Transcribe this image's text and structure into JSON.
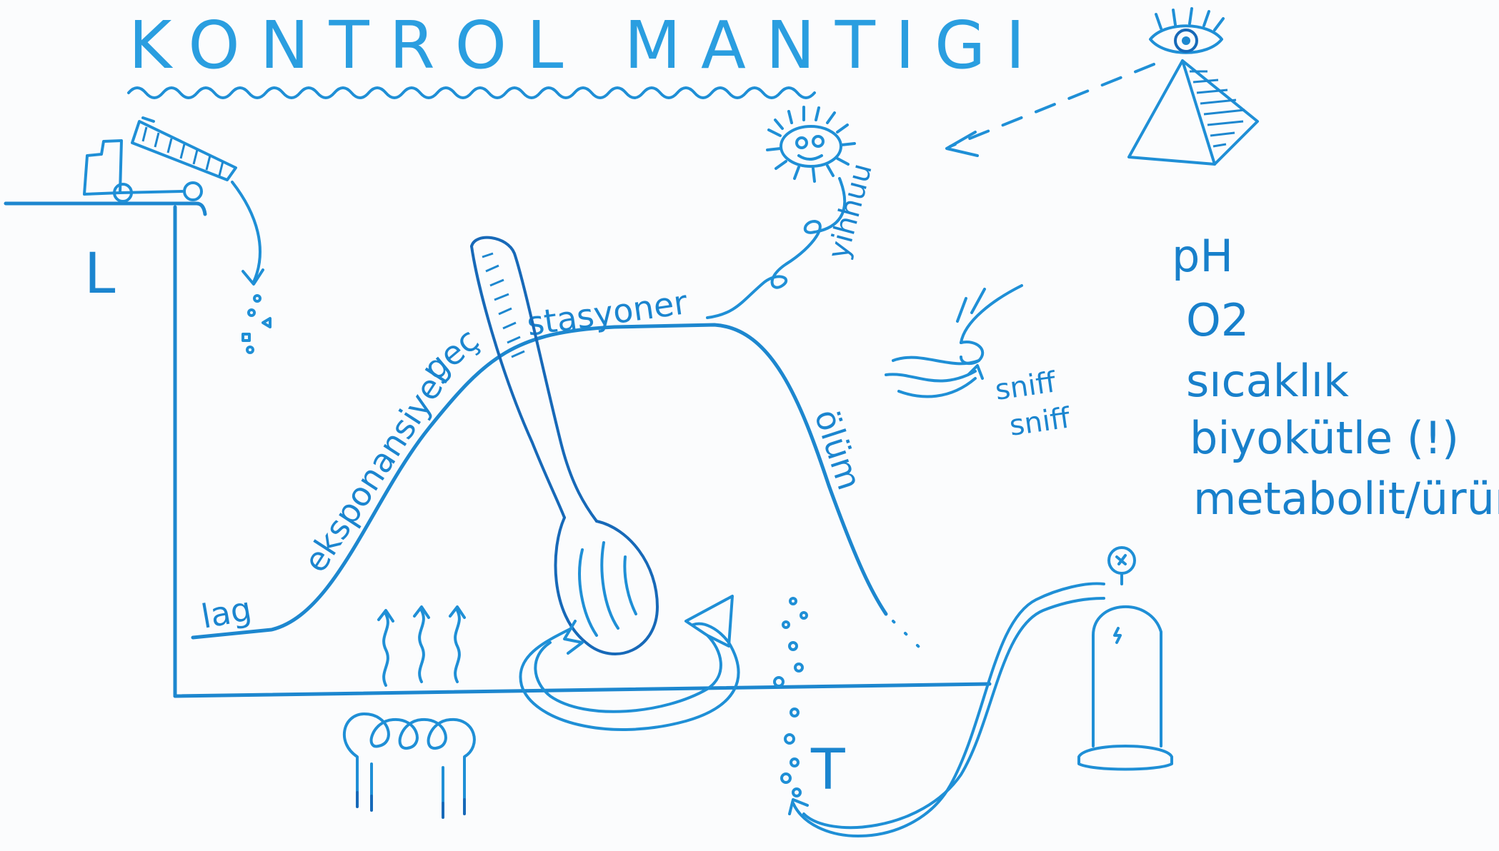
{
  "title": "KONTROL MANTIGI",
  "axes": {
    "y_label": "L",
    "x_label": "T"
  },
  "phases": {
    "lag": "lag",
    "exponential": "eksponansiyel",
    "transition": "geç",
    "stationary": "stasyoner",
    "death": "ölüm"
  },
  "annotations": {
    "cry": "yihhuu",
    "smell_1": "sniff",
    "smell_2": "sniff"
  },
  "parameters": [
    "pH",
    "O2",
    "sıcaklık",
    "biyokütle (!)",
    "metabolit/ürün"
  ],
  "ink_color": "#1f8fd6",
  "icons": [
    "truck-icon",
    "eye-icon",
    "pyramid-icon",
    "microbe-icon",
    "nose-icon",
    "spoon-icon",
    "stir-arrow-icon",
    "heater-coil-icon",
    "gas-cylinder-icon"
  ]
}
